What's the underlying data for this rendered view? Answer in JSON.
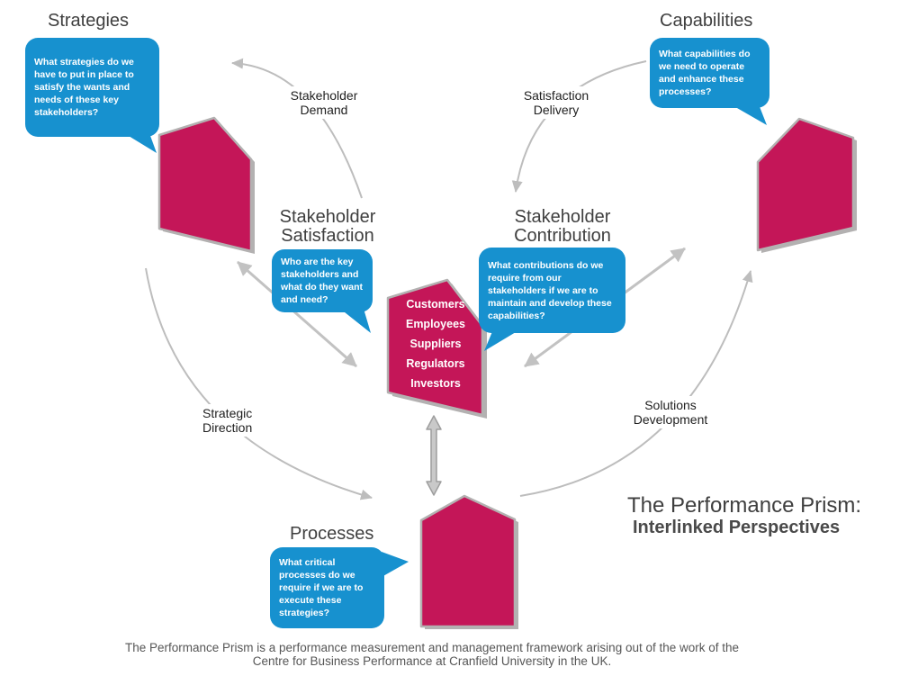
{
  "title": {
    "line1": "The Performance Prism:",
    "line2": "Interlinked Perspectives"
  },
  "nodes": {
    "strategies": {
      "label": "Strategies",
      "question": "What strategies do we have to put in place to satisfy the wants and needs of these key stakeholders?"
    },
    "capabilities": {
      "label": "Capabilities",
      "question": "What capabilities do we need to operate and enhance these processes?"
    },
    "satisfaction": {
      "line1": "Stakeholder",
      "line2": "Satisfaction",
      "question": "Who are the key stakeholders and what do they want and need?"
    },
    "contribution": {
      "line1": "Stakeholder",
      "line2": "Contribution",
      "question": "What contributions do we require from our stakeholders if we are to maintain and develop these capabilities?"
    },
    "processes": {
      "label": "Processes",
      "question": "What critical processes do we require if we are to execute these strategies?"
    }
  },
  "stakeholders": [
    "Customers",
    "Employees",
    "Suppliers",
    "Regulators",
    "Investors"
  ],
  "flows": {
    "demand": {
      "line1": "Stakeholder",
      "line2": "Demand"
    },
    "delivery": {
      "line1": "Satisfaction",
      "line2": "Delivery"
    },
    "direction": {
      "line1": "Strategic",
      "line2": "Direction"
    },
    "solutions": {
      "line1": "Solutions",
      "line2": "Development"
    }
  },
  "footer": {
    "line1": "The Performance Prism is a performance measurement and management framework arising out of the work of the",
    "line2": "Centre for Business Performance at Cranfield University in the UK."
  },
  "colors": {
    "bubble_blue": "#1791cf",
    "prism_crimson": "#c41658",
    "prism_border": "#b3b1b1",
    "arrow_gray": "#bdbdbd",
    "heading_gray": "#3f3f3f",
    "footer_gray": "#565656"
  }
}
